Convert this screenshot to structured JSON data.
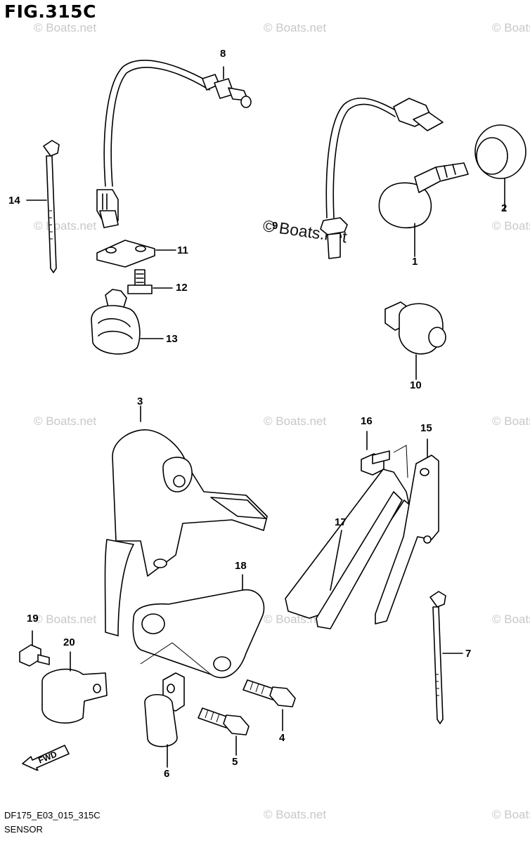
{
  "figure_title": "FIG.315C",
  "footer": {
    "model_code": "DF175_E03_015_315C",
    "section_name": "SENSOR"
  },
  "watermark": {
    "text": "© Boats.net"
  },
  "direction_label": "FWD",
  "callouts": [
    "1",
    "2",
    "3",
    "4",
    "5",
    "6",
    "7",
    "8",
    "9",
    "10",
    "11",
    "12",
    "13",
    "14",
    "15",
    "16",
    "17",
    "18",
    "19",
    "20"
  ]
}
